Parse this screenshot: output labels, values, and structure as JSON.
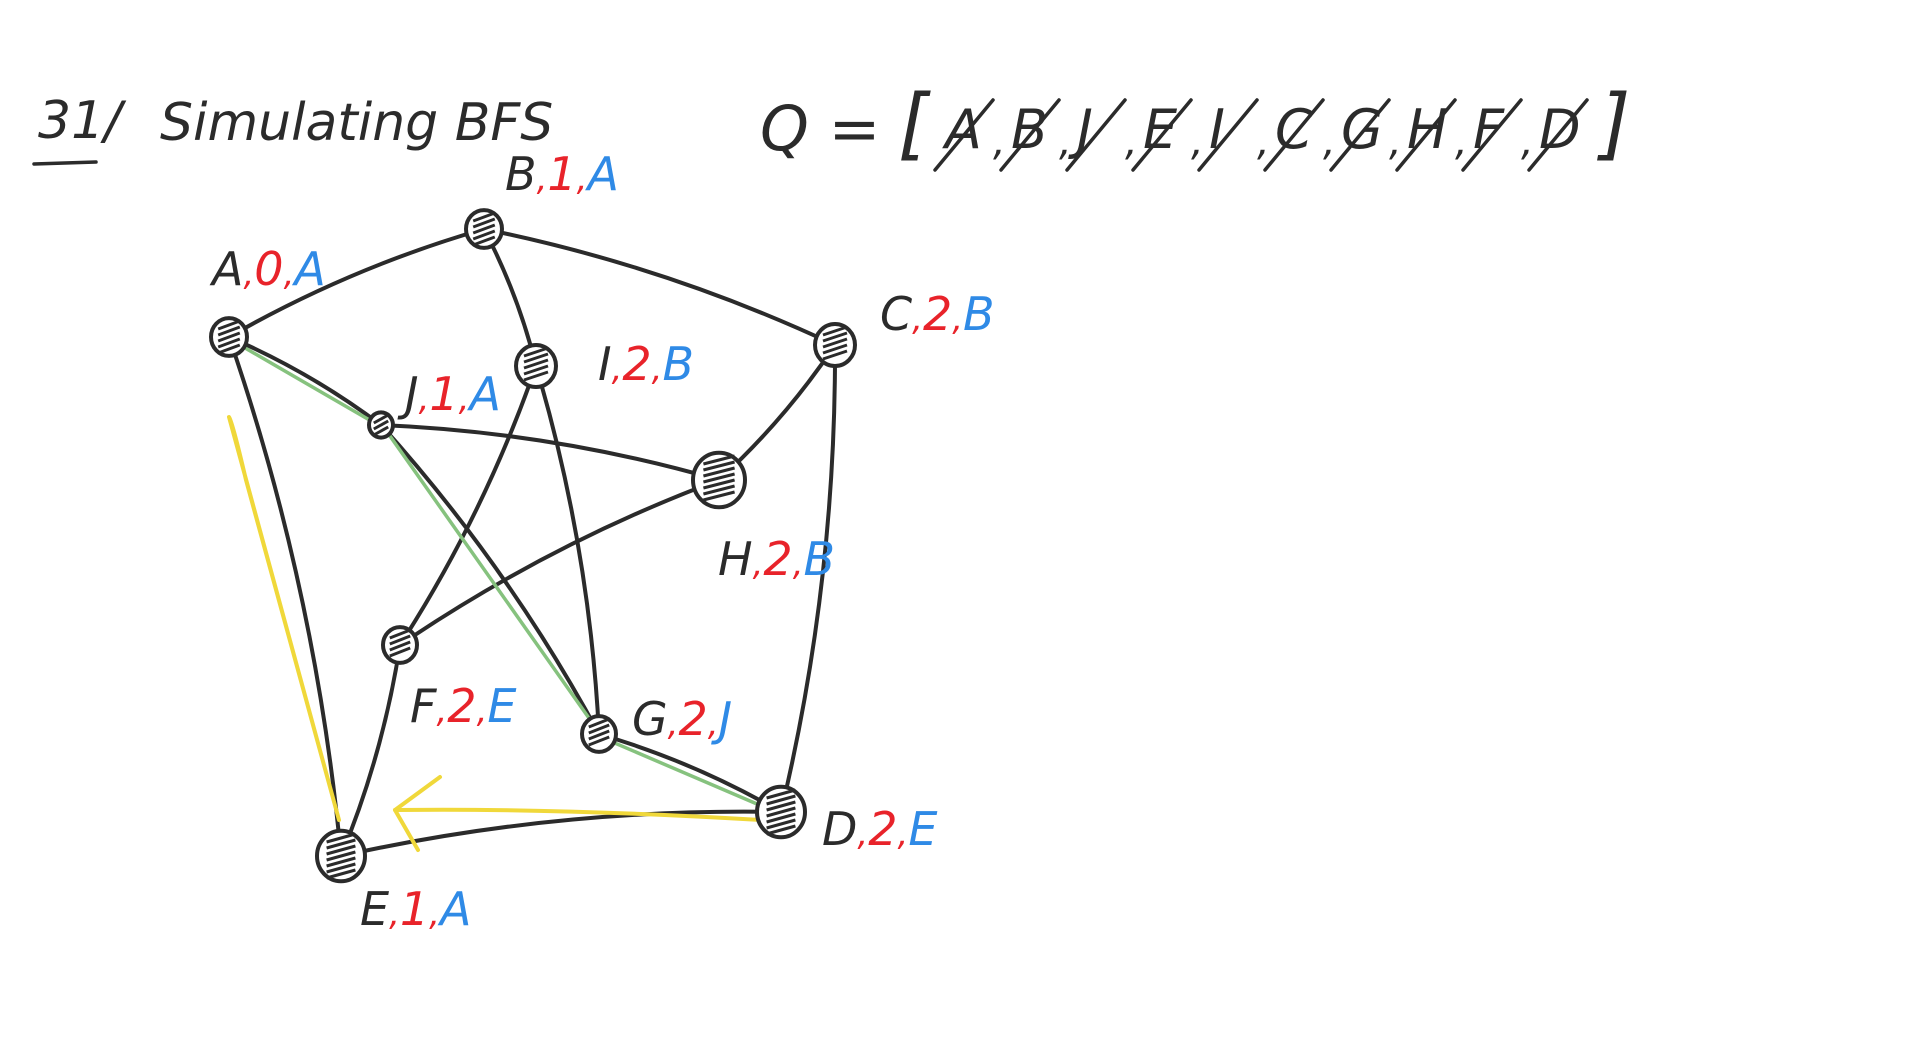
{
  "heading": {
    "number": "31/",
    "title": "Simulating BFS"
  },
  "queue": {
    "label": "Q =",
    "open": "[",
    "close": "]",
    "items": [
      "A",
      "B",
      "J",
      "E",
      "I",
      "C",
      "G",
      "H",
      "F",
      "D"
    ],
    "all_crossed_out": true
  },
  "nodes": [
    {
      "id": "A",
      "name": "A",
      "dist": "0",
      "parent": "A"
    },
    {
      "id": "B",
      "name": "B",
      "dist": "1",
      "parent": "A"
    },
    {
      "id": "C",
      "name": "C",
      "dist": "2",
      "parent": "B"
    },
    {
      "id": "I",
      "name": "I",
      "dist": "2",
      "parent": "B"
    },
    {
      "id": "J",
      "name": "J",
      "dist": "1",
      "parent": "A"
    },
    {
      "id": "H",
      "name": "H",
      "dist": "2",
      "parent": "B"
    },
    {
      "id": "F",
      "name": "F",
      "dist": "2",
      "parent": "E"
    },
    {
      "id": "G",
      "name": "G",
      "dist": "2",
      "parent": "J"
    },
    {
      "id": "D",
      "name": "D",
      "dist": "2",
      "parent": "E"
    },
    {
      "id": "E",
      "name": "E",
      "dist": "1",
      "parent": "A"
    }
  ],
  "edges": [
    [
      "A",
      "B"
    ],
    [
      "B",
      "I"
    ],
    [
      "B",
      "C"
    ],
    [
      "A",
      "J"
    ],
    [
      "A",
      "E"
    ],
    [
      "J",
      "H"
    ],
    [
      "J",
      "G"
    ],
    [
      "I",
      "F"
    ],
    [
      "I",
      "G"
    ],
    [
      "C",
      "H"
    ],
    [
      "C",
      "D"
    ],
    [
      "F",
      "H"
    ],
    [
      "F",
      "E"
    ],
    [
      "E",
      "D"
    ],
    [
      "G",
      "D"
    ]
  ],
  "highlighted_path_green": [
    "A",
    "J",
    "G",
    "D"
  ],
  "highlighted_path_yellow": [
    "D",
    "E",
    "A"
  ],
  "colors": {
    "ink": "#2b2b2b",
    "distance": "#e8232a",
    "parent": "#2f8ae6",
    "green": "#86c27e",
    "yellow": "#f0d83a"
  }
}
